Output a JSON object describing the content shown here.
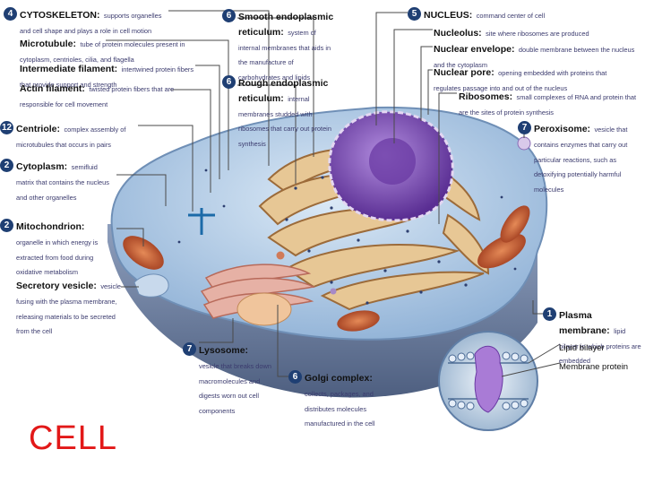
{
  "labels": {
    "cytoskeleton": {
      "num": "4",
      "title": "CYTOSKELETON:",
      "desc": "supports organelles and cell shape and plays a role in cell motion"
    },
    "microtubule": {
      "title": "Microtubule:",
      "desc": "tube of protein molecules present in cytoplasm, centrioles, cilia, and flagella"
    },
    "intermediate_filament": {
      "title": "Intermediate filament:",
      "desc": "intertwined protein fibers that provide support and strength"
    },
    "actin_filament": {
      "title": "Actin filament:",
      "desc": "twisted protein fibers that are responsible for cell movement"
    },
    "centriole": {
      "num": "12",
      "title": "Centriole:",
      "desc": "complex assembly of microtubules that occurs in pairs"
    },
    "cytoplasm": {
      "num": "2",
      "title": "Cytoplasm:",
      "desc": "semifluid matrix that contains the nucleus and other organelles"
    },
    "mitochondrion": {
      "num": "2",
      "title": "Mitochondrion:",
      "desc": "organelle in which energy is extracted from food during oxidative metabolism"
    },
    "secretory_vesicle": {
      "title": "Secretory vesicle:",
      "desc": "vesicle fusing with the plasma membrane, releasing materials to be secreted from the cell"
    },
    "lysosome": {
      "num": "7",
      "title": "Lysosome:",
      "desc": "vesicle that breaks down macromolecules and digests worn out cell components"
    },
    "golgi": {
      "num": "6",
      "title": "Golgi complex:",
      "desc": "collects, packages, and distributes molecules manufactured in the cell"
    },
    "smooth_er": {
      "num": "6",
      "title": "Smooth endoplasmic reticulum:",
      "desc": "system of internal membranes that aids in the manufacture of carbohydrates and lipids"
    },
    "rough_er": {
      "num": "6",
      "title": "Rough endoplasmic reticulum:",
      "desc": "internal membranes studded with ribosomes that carry out protein synthesis"
    },
    "nucleus": {
      "num": "5",
      "title": "NUCLEUS:",
      "desc": "command center of cell"
    },
    "nucleolus": {
      "title": "Nucleolus:",
      "desc": "site where ribosomes are produced"
    },
    "nuclear_envelope": {
      "title": "Nuclear envelope:",
      "desc": "double membrane between the nucleus and the cytoplasm"
    },
    "nuclear_pore": {
      "title": "Nuclear pore:",
      "desc": "opening embedded with proteins that regulates passage into and out of the nucleus"
    },
    "ribosomes": {
      "title": "Ribosomes:",
      "desc": "small complexes of RNA and protein that are the sites of protein synthesis"
    },
    "peroxisome": {
      "num": "7",
      "title": "Peroxisome:",
      "desc": "vesicle that contains enzymes that carry out particular reactions, such as detoxifying potentially harmful molecules"
    },
    "plasma_membrane": {
      "num": "1",
      "title": "Plasma membrane:",
      "desc": "lipid bilayer in which proteins are embedded"
    },
    "lipid_bilayer": {
      "title": "Lipid bilayer"
    },
    "membrane_protein": {
      "title": "Membrane protein"
    }
  },
  "caption": "CELL",
  "colors": {
    "number_badge": "#1f3f73",
    "caption": "#e21818",
    "nucleus": "#7a4ab0",
    "cell_body": "#a9c4e0",
    "mitochondria": "#c2542e"
  }
}
